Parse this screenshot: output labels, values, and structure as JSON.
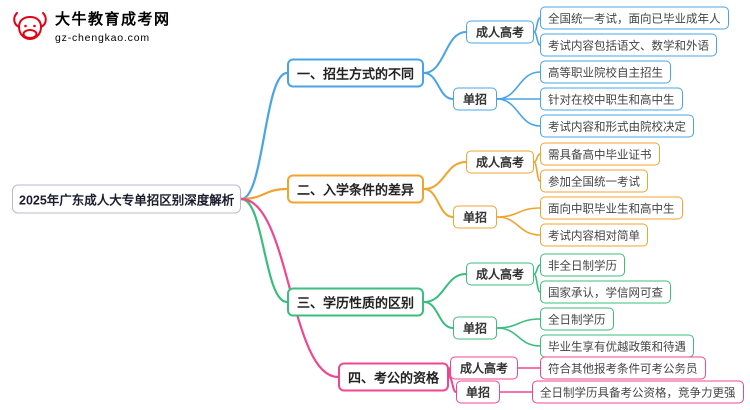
{
  "logo": {
    "title": "大牛教育成考网",
    "subtitle": "gz-chengkao.com",
    "color": "#e60012",
    "icon": "bull-logo"
  },
  "mindmap": {
    "root": "2025年广东成人大专单招区别深度解析",
    "root_border": "#b9b9cf",
    "branches": [
      {
        "label": "一、招生方式的不同",
        "color": "#48a4e6",
        "children": [
          {
            "label": "成人高考",
            "leaves": [
              "全国统一考试，面向已毕业成年人",
              "考试内容包括语文、数学和外语"
            ]
          },
          {
            "label": "单招",
            "leaves": [
              "高等职业院校自主招生",
              "针对在校中职生和高中生",
              "考试内容和形式由院校决定"
            ]
          }
        ]
      },
      {
        "label": "二、入学条件的差异",
        "color": "#f0a32f",
        "children": [
          {
            "label": "成人高考",
            "leaves": [
              "需具备高中毕业证书",
              "参加全国统一考试"
            ]
          },
          {
            "label": "单招",
            "leaves": [
              "面向中职毕业生和高中生",
              "考试内容相对简单"
            ]
          }
        ]
      },
      {
        "label": "三、学历性质的区别",
        "color": "#3abd7e",
        "children": [
          {
            "label": "成人高考",
            "leaves": [
              "非全日制学历",
              "国家承认，学信网可查"
            ]
          },
          {
            "label": "单招",
            "leaves": [
              "全日制学历",
              "毕业生享有优越政策和待遇"
            ]
          }
        ]
      },
      {
        "label": "四、考公的资格",
        "color": "#f0468f",
        "children": [
          {
            "label": "成人高考",
            "leaves": [
              "符合其他报考条件可考公务员"
            ]
          },
          {
            "label": "单招",
            "leaves": [
              "全日制学历具备考公资格，竞争力更强"
            ]
          }
        ]
      }
    ]
  }
}
